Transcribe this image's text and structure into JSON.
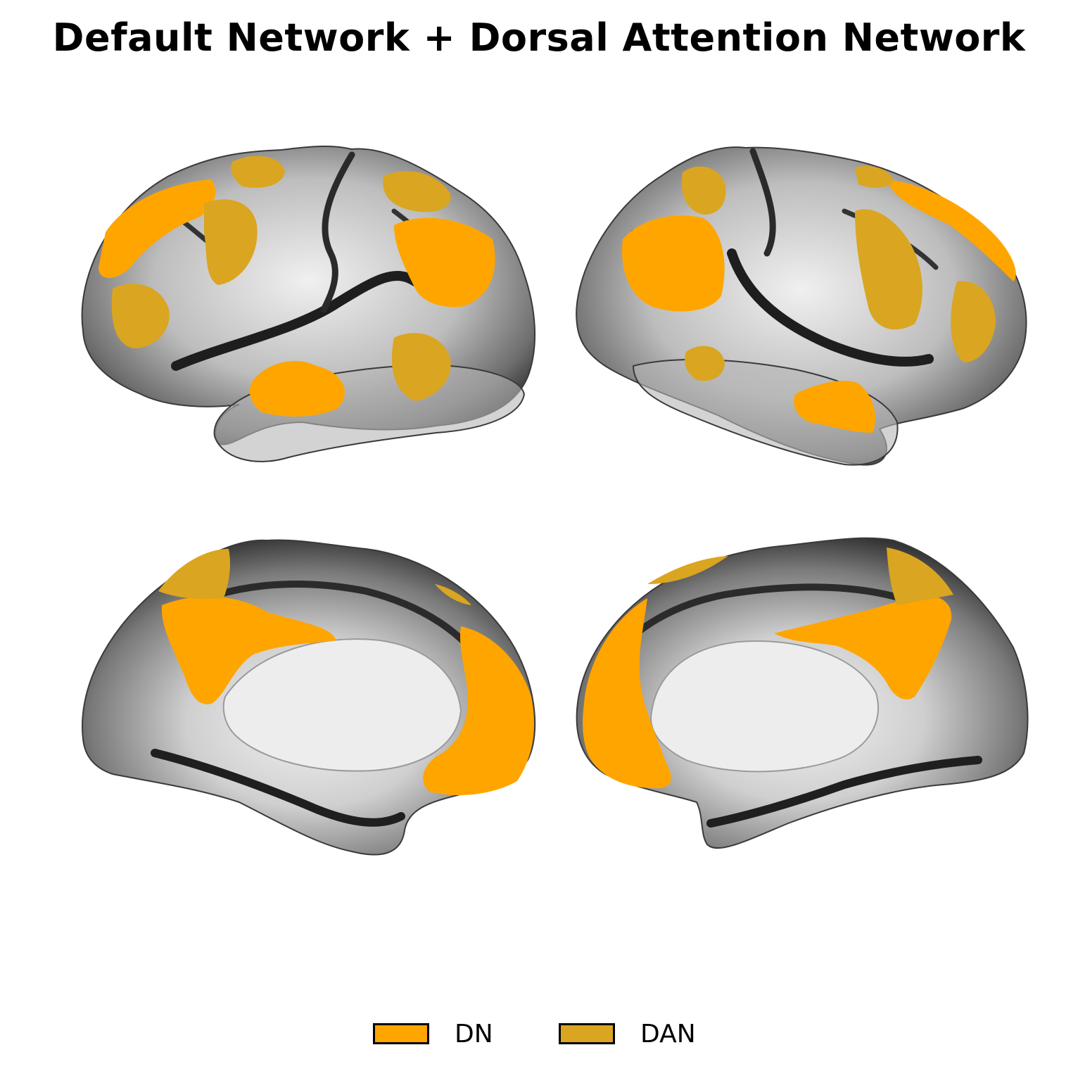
{
  "title": "Default Network + Dorsal Attention Network",
  "colors": {
    "DN": "#FFA500",
    "DAN": "#DAA520",
    "cortex_light": "#e6e6e6",
    "cortex_mid": "#a9a9a9",
    "cortex_dark": "#3a3a3a"
  },
  "views": [
    {
      "name": "left-lateral"
    },
    {
      "name": "right-lateral"
    },
    {
      "name": "left-medial"
    },
    {
      "name": "right-medial"
    }
  ],
  "legend": [
    {
      "key": "DN",
      "label": "DN",
      "color": "#FFA500"
    },
    {
      "key": "DAN",
      "label": "DAN",
      "color": "#DAA520"
    }
  ]
}
